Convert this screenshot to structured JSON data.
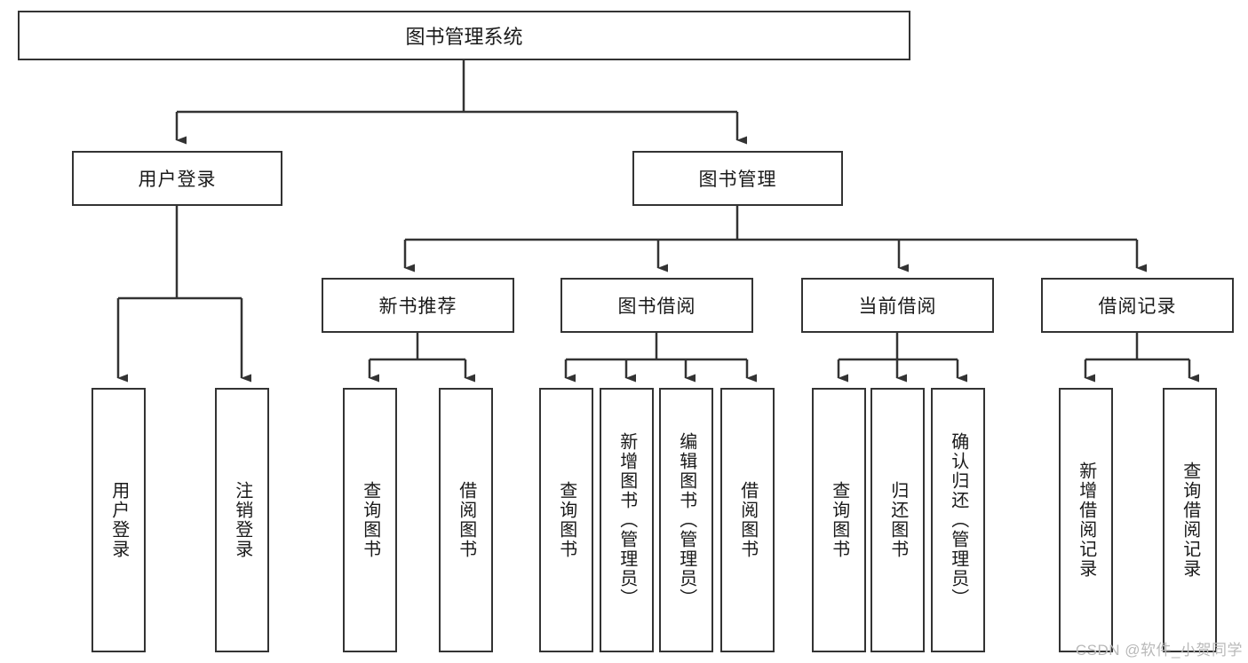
{
  "diagram": {
    "title": "图书管理系统",
    "type": "tree",
    "root": {
      "label": "图书管理系统"
    },
    "level2": [
      {
        "id": "user-login",
        "label": "用户登录"
      },
      {
        "id": "book-manage",
        "label": "图书管理"
      }
    ],
    "level3": [
      {
        "id": "new-book-recommend",
        "label": "新书推荐"
      },
      {
        "id": "book-borrow",
        "label": "图书借阅"
      },
      {
        "id": "current-borrow",
        "label": "当前借阅"
      },
      {
        "id": "borrow-record",
        "label": "借阅记录"
      }
    ],
    "leaves": [
      {
        "id": "leaf-user-login",
        "label": "用户登录"
      },
      {
        "id": "leaf-user-logout",
        "label": "注销登录"
      },
      {
        "id": "leaf-query-book-1",
        "label": "查询图书"
      },
      {
        "id": "leaf-borrow-book-1",
        "label": "借阅图书"
      },
      {
        "id": "leaf-query-book-2",
        "label": "查询图书"
      },
      {
        "id": "leaf-add-book",
        "label": "新增图书（管理员）"
      },
      {
        "id": "leaf-edit-book",
        "label": "编辑图书（管理员）"
      },
      {
        "id": "leaf-borrow-book-2",
        "label": "借阅图书"
      },
      {
        "id": "leaf-query-book-3",
        "label": "查询图书"
      },
      {
        "id": "leaf-return-book",
        "label": "归还图书"
      },
      {
        "id": "leaf-confirm-return",
        "label": "确认归还（管理员）"
      },
      {
        "id": "leaf-add-record",
        "label": "新增借阅记录"
      },
      {
        "id": "leaf-query-record",
        "label": "查询借阅记录"
      }
    ]
  },
  "watermark": {
    "text": "CSDN @软件_小贺同学"
  },
  "colors": {
    "stroke": "#333333",
    "fill": "#ffffff",
    "text": "#1a1a1a",
    "watermark": "#b9b9b9"
  }
}
